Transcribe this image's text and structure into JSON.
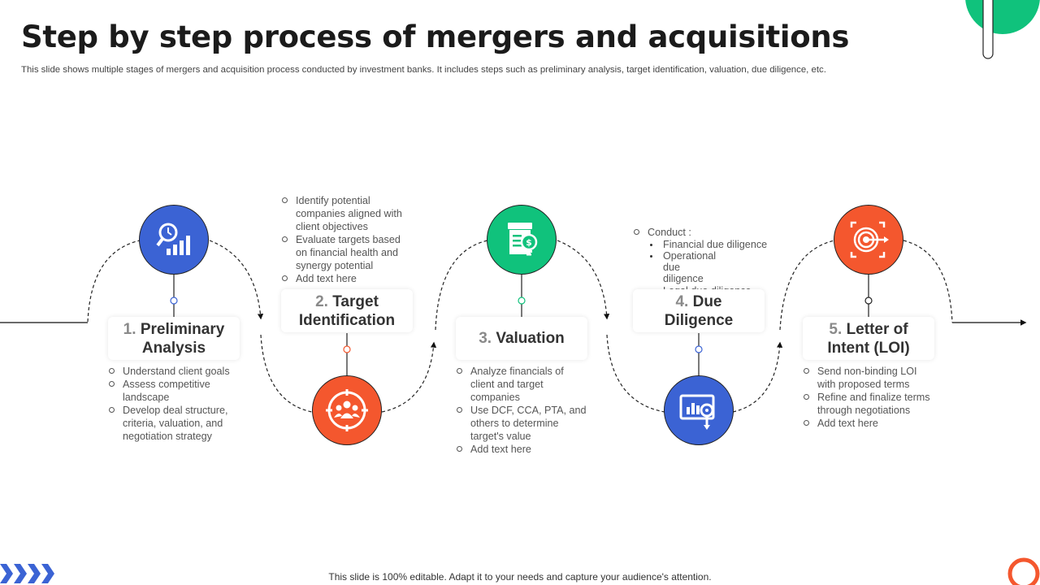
{
  "title": "Step by step process of mergers and acquisitions",
  "subtitle": "This slide shows multiple stages of mergers and acquisition process conducted by investment banks. It includes steps such as preliminary analysis, target identification, valuation, due diligence, etc.",
  "footer": "This slide is 100% editable. Adapt it to your needs and capture your audience's attention.",
  "colors": {
    "blue": "#3B63D4",
    "orange": "#F4572E",
    "green": "#10C27C",
    "dark": "#1b1b1b"
  },
  "steps": [
    {
      "num": "1.",
      "title_l1": "Preliminary",
      "title_l2": "Analysis",
      "icon": "magnifier-chart-icon",
      "bullets": [
        "Understand client goals",
        "Assess competitive landscape",
        "Develop deal structure, criteria, valuation, and negotiation strategy"
      ]
    },
    {
      "num": "2.",
      "title_l1": "Target",
      "title_l2": "Identification",
      "icon": "team-target-icon",
      "bullets": [
        "Identify potential companies aligned with client objectives",
        "Evaluate targets based on financial health and synergy potential",
        "Add text here"
      ]
    },
    {
      "num": "3.",
      "title_l1": "Valuation",
      "title_l2": "",
      "icon": "document-money-icon",
      "bullets": [
        "Analyze financials of client and target companies",
        "Use DCF, CCA, PTA, and others to determine target's value",
        "Add text here"
      ]
    },
    {
      "num": "4.",
      "title_l1": "Due",
      "title_l2": "Diligence",
      "icon": "monitor-gear-icon",
      "bullets": [
        "Conduct  :"
      ],
      "sub_bullets": [
        "Financial due diligence",
        "Operational due diligence",
        "Legal due diligence"
      ]
    },
    {
      "num": "5.",
      "title_l1": "Letter of",
      "title_l2": "Intent (LOI)",
      "icon": "target-arrow-icon",
      "bullets": [
        "Send non-binding LOI with proposed terms",
        "Refine and finalize terms through negotiations",
        "Add text here"
      ]
    }
  ]
}
